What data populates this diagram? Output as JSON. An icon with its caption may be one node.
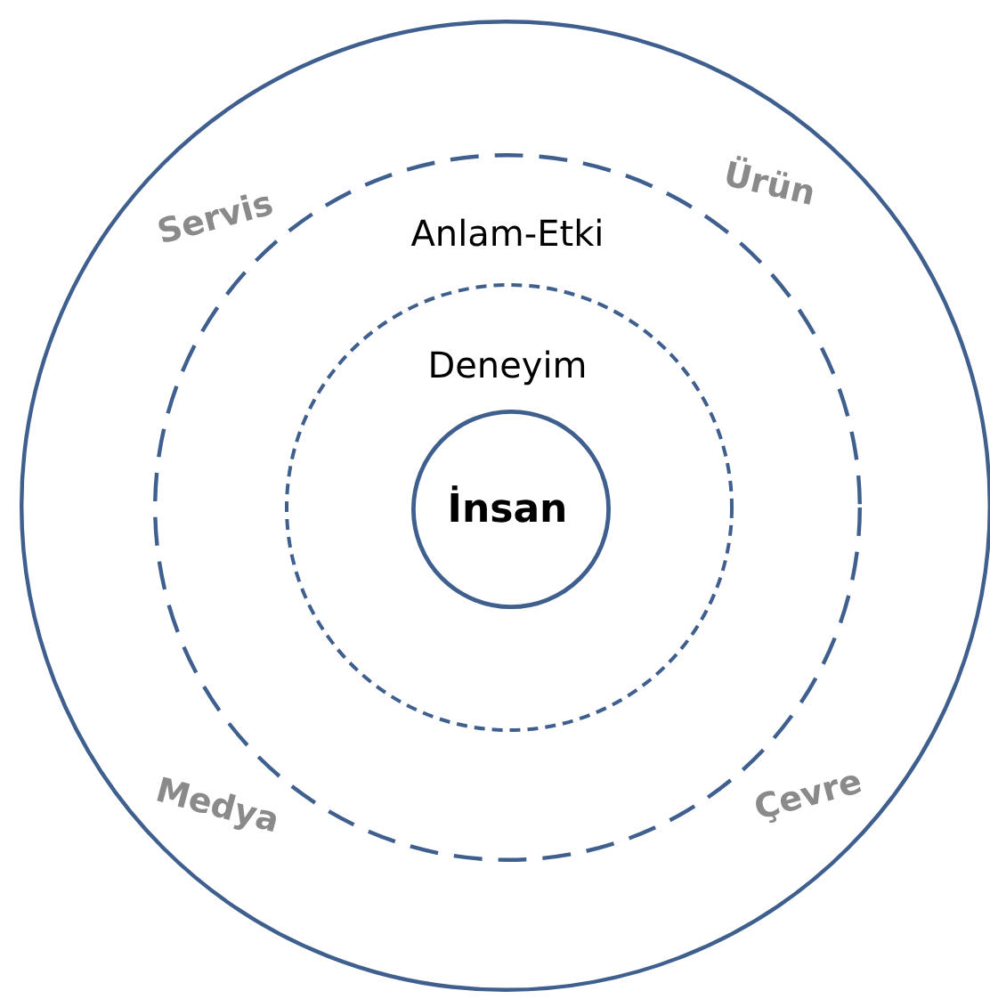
{
  "diagram": {
    "nodes": [
      {
        "text": [
          "Servis",
          "Ürün",
          "Medya",
          "Çevre"
        ]
      },
      {
        "text": [
          "Anlam-Etki"
        ],
        "in": 0
      },
      {
        "text": [
          "Deneyim"
        ],
        "in": 1
      },
      {
        "text": [
          "İnsan"
        ],
        "in": 2
      }
    ]
  }
}
